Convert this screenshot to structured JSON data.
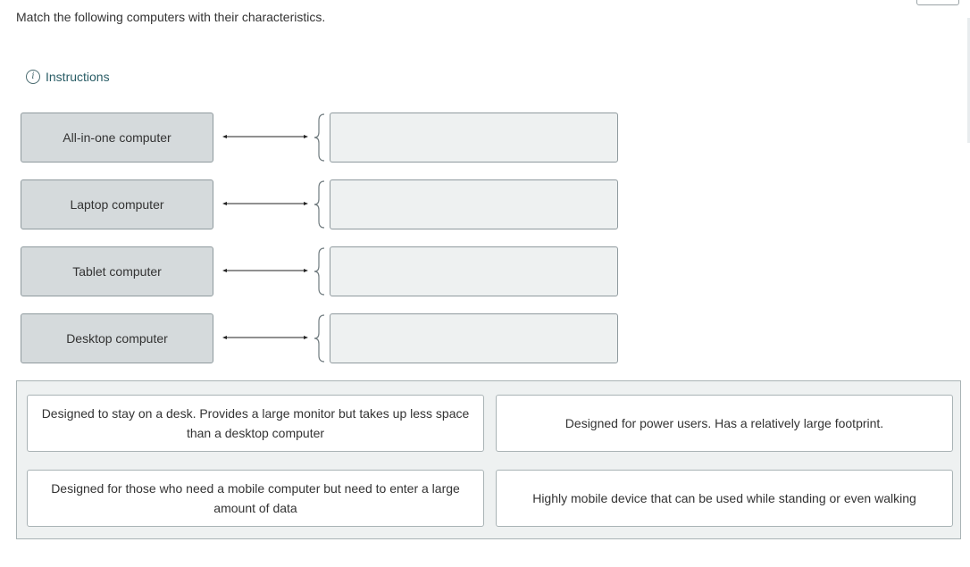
{
  "prompt": "Match the following computers with their characteristics.",
  "instructions_label": "Instructions",
  "terms": [
    "All-in-one computer",
    "Laptop computer",
    "Tablet computer",
    "Desktop computer"
  ],
  "choices": [
    "Designed to stay on a desk. Provides a large monitor but takes up less space than a desktop computer",
    "Designed for power users. Has a relatively large footprint.",
    "Designed for those who need a mobile computer but need to enter a large amount of data",
    "Highly mobile device that can be used while standing or even walking"
  ],
  "colors": {
    "term_bg": "#d5dadc",
    "drop_bg": "#eef1f1",
    "pool_bg": "#eef1f1",
    "accent_text": "#2a5d66"
  }
}
